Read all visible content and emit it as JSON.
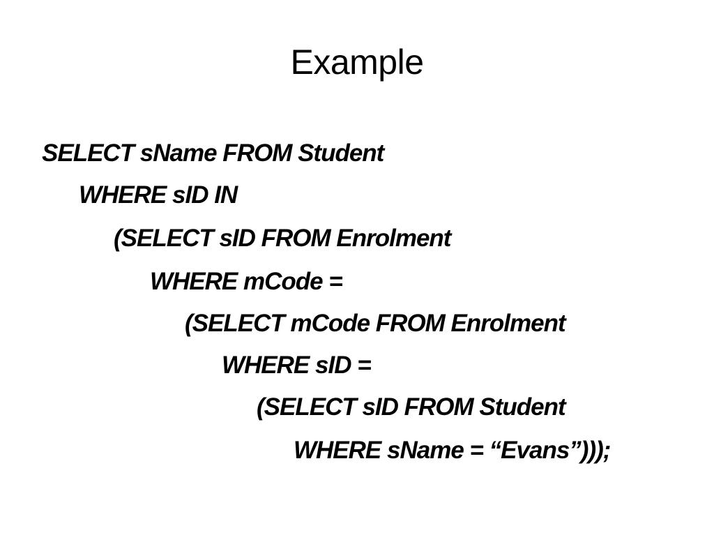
{
  "slide": {
    "title": "Example",
    "lines": [
      {
        "text": "SELECT sName FROM Student",
        "indent": 0
      },
      {
        "text": "WHERE sID IN",
        "indent": 1
      },
      {
        "text": "(SELECT sID FROM Enrolment",
        "indent": 2
      },
      {
        "text": "WHERE mCode =",
        "indent": 3
      },
      {
        "text": "(SELECT mCode FROM Enrolment",
        "indent": 4
      },
      {
        "text": "WHERE sID =",
        "indent": 5
      },
      {
        "text": "(SELECT sID FROM Student",
        "indent": 6
      },
      {
        "text": "WHERE sName = “Evans”)));",
        "indent": 7
      }
    ]
  }
}
